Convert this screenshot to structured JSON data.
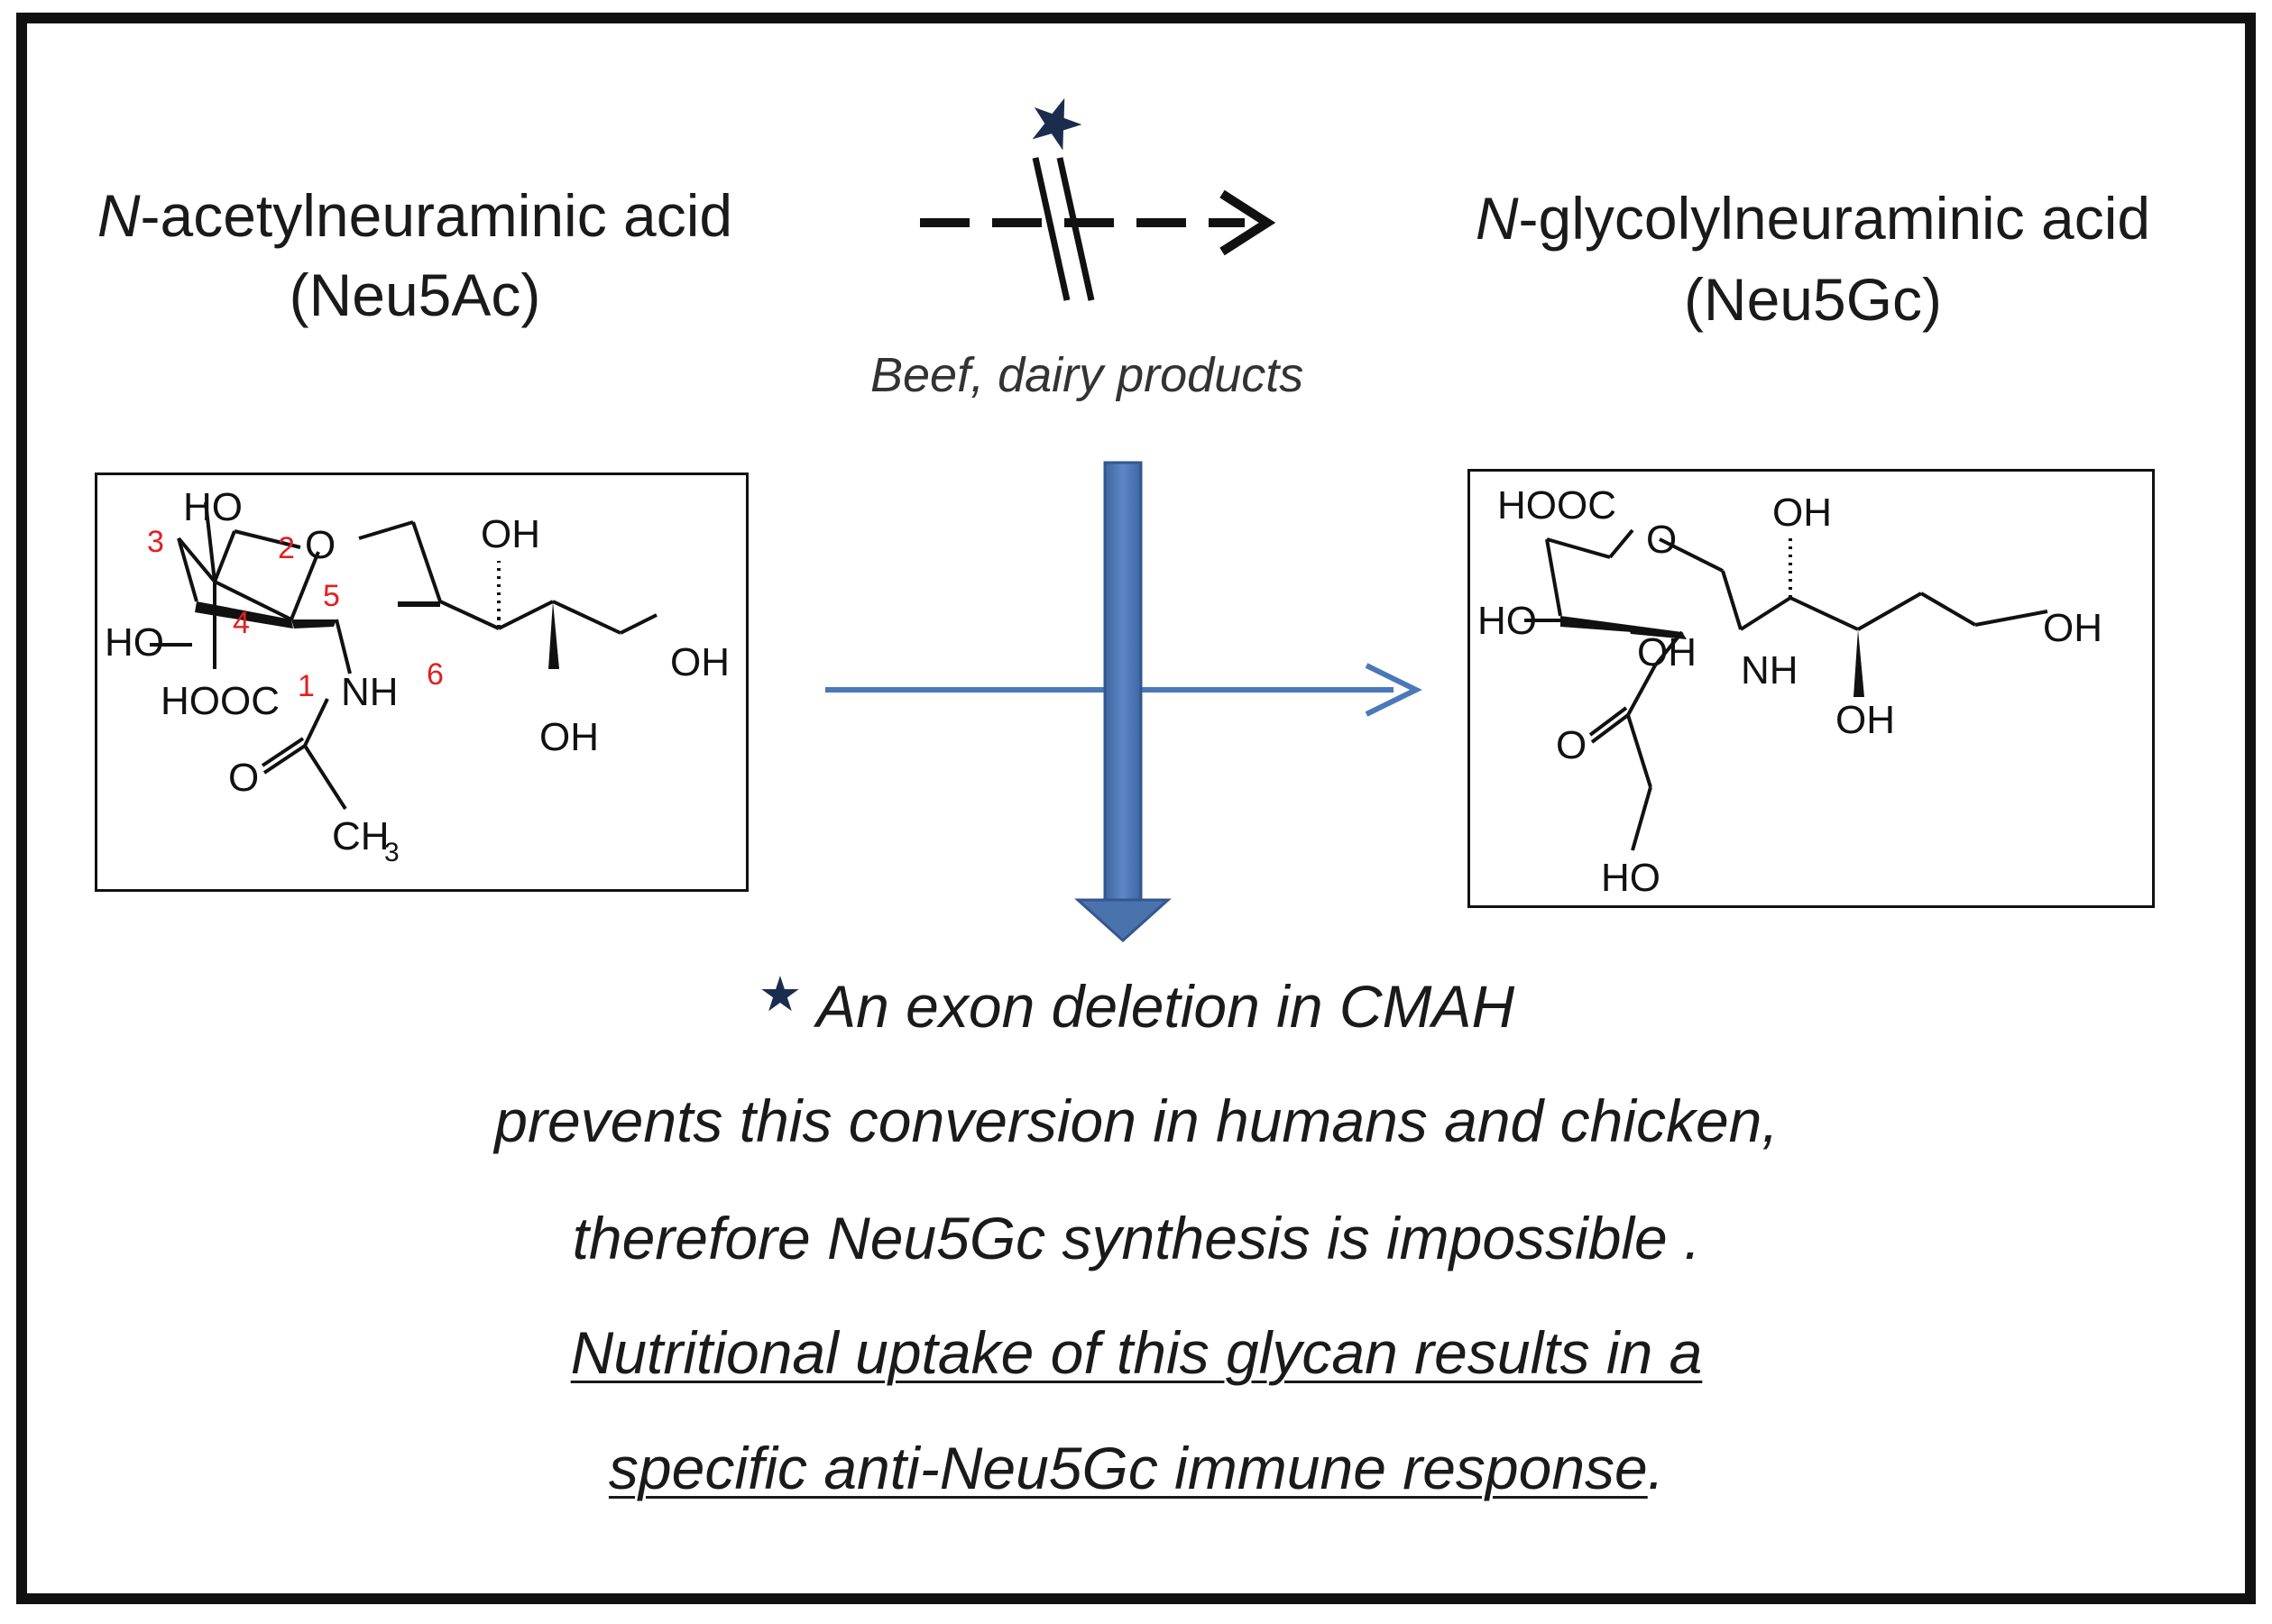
{
  "left": {
    "prefix": "N",
    "name_rest": "-acetylneuraminic acid",
    "abbr": "(Neu5Ac)",
    "structure": {
      "labels": [
        "HO",
        "O",
        "OH",
        "HO",
        "OH",
        "HOOC",
        "NH",
        "OH",
        "O",
        "CH",
        "3"
      ],
      "numbers": [
        "3",
        "2",
        "5",
        "4",
        "1",
        "6"
      ]
    }
  },
  "right": {
    "prefix": "N",
    "name_rest": "-glycolylneuraminic acid",
    "abbr": "(Neu5Gc)",
    "structure": {
      "labels": [
        "HOOC",
        "O",
        "OH",
        "HO",
        "OH",
        "NH",
        "OH",
        "OH",
        "O",
        "HO"
      ]
    }
  },
  "blocked_arrow": {
    "star": "★",
    "caption": "Beef, dairy products"
  },
  "colors": {
    "arrow_blue": "#4a78b8",
    "big_arrow_blue": "#4a72ad",
    "star": "#1b2d4f",
    "number_red": "#e02020"
  },
  "notes": {
    "star": "★",
    "line1": "An exon deletion in CMAH",
    "line2": "prevents this conversion in humans and chicken,",
    "line3": "therefore Neu5Gc synthesis is impossible .",
    "line4": "Nutritional uptake of this glycan results in a",
    "line5": "specific anti-Neu5Gc immune response",
    "line5_tail": "."
  }
}
